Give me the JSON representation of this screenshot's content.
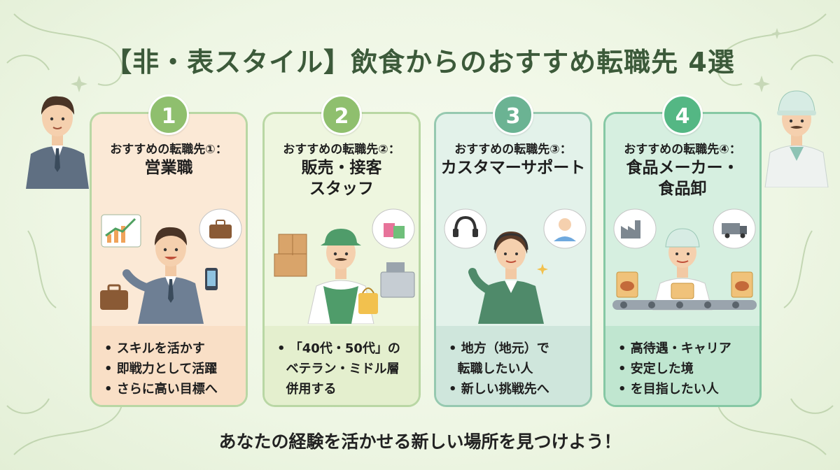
{
  "title": "【非・表スタイル】飲食からのおすすめ転職先 4選",
  "cards": [
    {
      "number": "1",
      "heading": "おすすめの転職先①：",
      "name_lines": [
        "営業職",
        ""
      ],
      "bullets": [
        "• スキルを活かす",
        "• 即戦力として活躍",
        "• さらに高い目標へ"
      ]
    },
    {
      "number": "2",
      "heading": "おすすめの転職先②：",
      "name_lines": [
        "販売・接客",
        "スタッフ"
      ],
      "bullets": [
        "• 「40代・50代」の",
        "  ベテラン・ミドル層",
        "  併用する"
      ]
    },
    {
      "number": "3",
      "heading": "おすすめの転職先③：",
      "name_lines": [
        "カスタマーサポート",
        ""
      ],
      "bullets": [
        "• 地方（地元）で",
        "  転職したい人",
        "• 新しい挑戦先へ"
      ]
    },
    {
      "number": "4",
      "heading": "おすすめの転職先④：",
      "name_lines": [
        "食品メーカー・",
        "食品卸"
      ],
      "bullets": [
        "• 高待遇・キャリア",
        "• 安定した境",
        "• を目指したい人"
      ]
    }
  ],
  "footer": "あなたの経験を活かせる新しい場所を見つけよう！",
  "colors": {
    "title": "#3c5a3a",
    "badge_1": "#8fbf6e",
    "badge_2": "#8fbf6e",
    "badge_3": "#6bb393",
    "badge_4": "#54b784"
  },
  "icons": [
    "growth-chart-icon",
    "briefcase-icon",
    "smartphone-icon",
    "cardboard-box-icon",
    "shopping-bag-icon",
    "cash-register-icon",
    "headset-icon",
    "customer-avatar-icon",
    "factory-icon",
    "delivery-truck-icon",
    "food-package-icon",
    "conveyor-belt-icon",
    "sparkle-icon"
  ]
}
